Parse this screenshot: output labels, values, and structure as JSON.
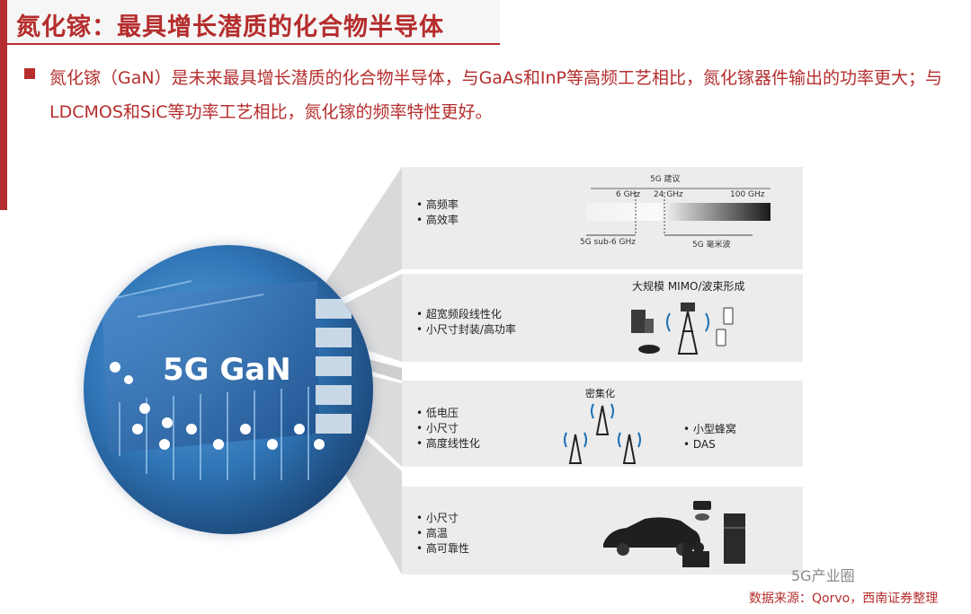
{
  "header": {
    "title": "氮化镓：最具增长潜质的化合物半导体"
  },
  "intro": {
    "text": "氮化镓（GaN）是未来最具增长潜质的化合物半导体，与GaAs和InP等高频工艺相比，氮化镓器件输出的功率更大；与LDCMOS和SiC等功率工艺相比，氮化镓的频率特性更好。"
  },
  "diagram": {
    "chip_label": "5G GaN",
    "panels": [
      {
        "bullets": [
          "• 高频率",
          "• 高效率"
        ],
        "spectrum": {
          "title": "5G 建议",
          "ticks": [
            "6 GHz",
            "24 GHz",
            "100 GHz"
          ],
          "sub6": "5G sub-6 GHz",
          "mmwave": "5G 毫米波"
        }
      },
      {
        "bullets": [
          "• 超宽频段线性化",
          "• 小尺寸封装/高功率"
        ],
        "caption": "大规模 MIMO/波束形成"
      },
      {
        "bullets": [
          "• 低电压",
          "• 小尺寸",
          "• 高度线性化"
        ],
        "caption": "密集化",
        "side": [
          "• 小型蜂窝",
          "• DAS"
        ]
      },
      {
        "bullets": [
          "• 小尺寸",
          "• 高温",
          "• 高可靠性"
        ]
      }
    ]
  },
  "footer": {
    "logo_text": "5G产业圈",
    "source": "数据来源：Qorvo，西南证券整理"
  },
  "colors": {
    "accent": "#b52d2d",
    "panel_bg": "#ececec",
    "chip_blue": "#2a6aa8"
  }
}
